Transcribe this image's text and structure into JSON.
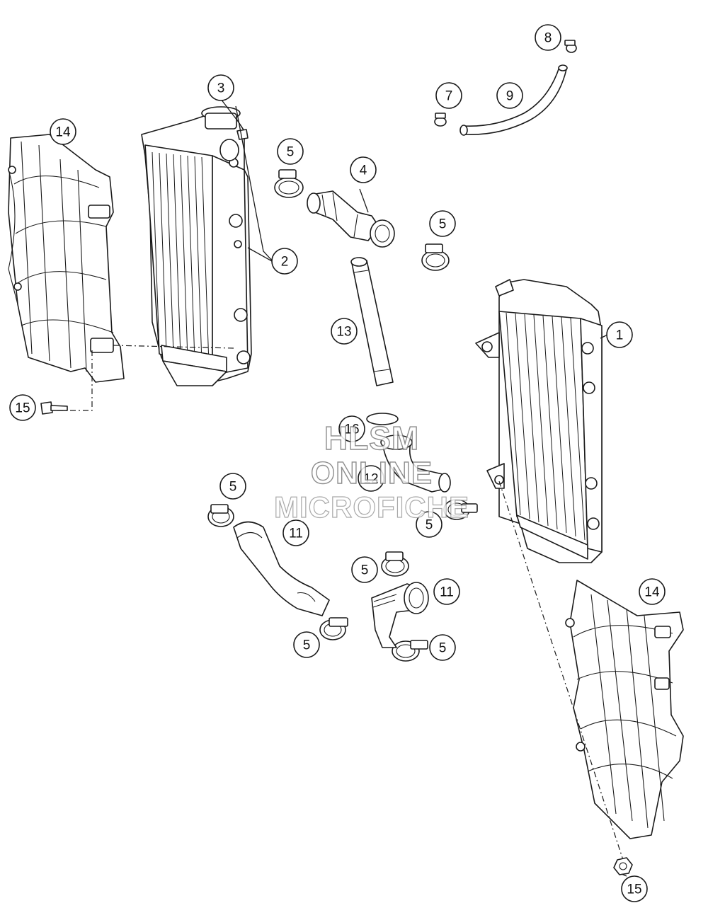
{
  "callouts": [
    {
      "number": "1"
    },
    {
      "number": "2"
    },
    {
      "number": "3"
    },
    {
      "number": "4"
    },
    {
      "number": "5"
    },
    {
      "number": "5"
    },
    {
      "number": "5"
    },
    {
      "number": "5"
    },
    {
      "number": "5"
    },
    {
      "number": "5"
    },
    {
      "number": "5"
    },
    {
      "number": "7"
    },
    {
      "number": "8"
    },
    {
      "number": "9"
    },
    {
      "number": "11"
    },
    {
      "number": "11"
    },
    {
      "number": "12"
    },
    {
      "number": "13"
    },
    {
      "number": "14"
    },
    {
      "number": "14"
    },
    {
      "number": "15"
    },
    {
      "number": "15"
    },
    {
      "number": "16"
    }
  ],
  "watermark": {
    "line1": "HLSM",
    "line2": "ONLINE",
    "line3": "MICROFICHE"
  }
}
